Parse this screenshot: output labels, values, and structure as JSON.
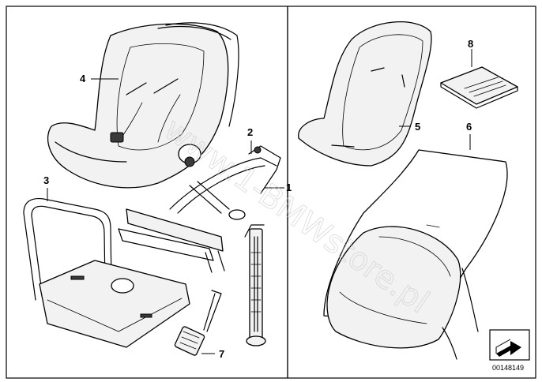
{
  "callouts": {
    "c1": "1",
    "c2": "2",
    "c3": "3",
    "c4": "4",
    "c5": "5",
    "c6": "6",
    "c7": "7",
    "c8": "8"
  },
  "diagram_id": "00148149",
  "watermark": "www.1-BMWstore.pl",
  "icons": {
    "nav_arrow": "arrow-icon"
  },
  "colors": {
    "line": "#000000",
    "fill": "#f2f2f2",
    "watermark": "#c8c8c8"
  }
}
